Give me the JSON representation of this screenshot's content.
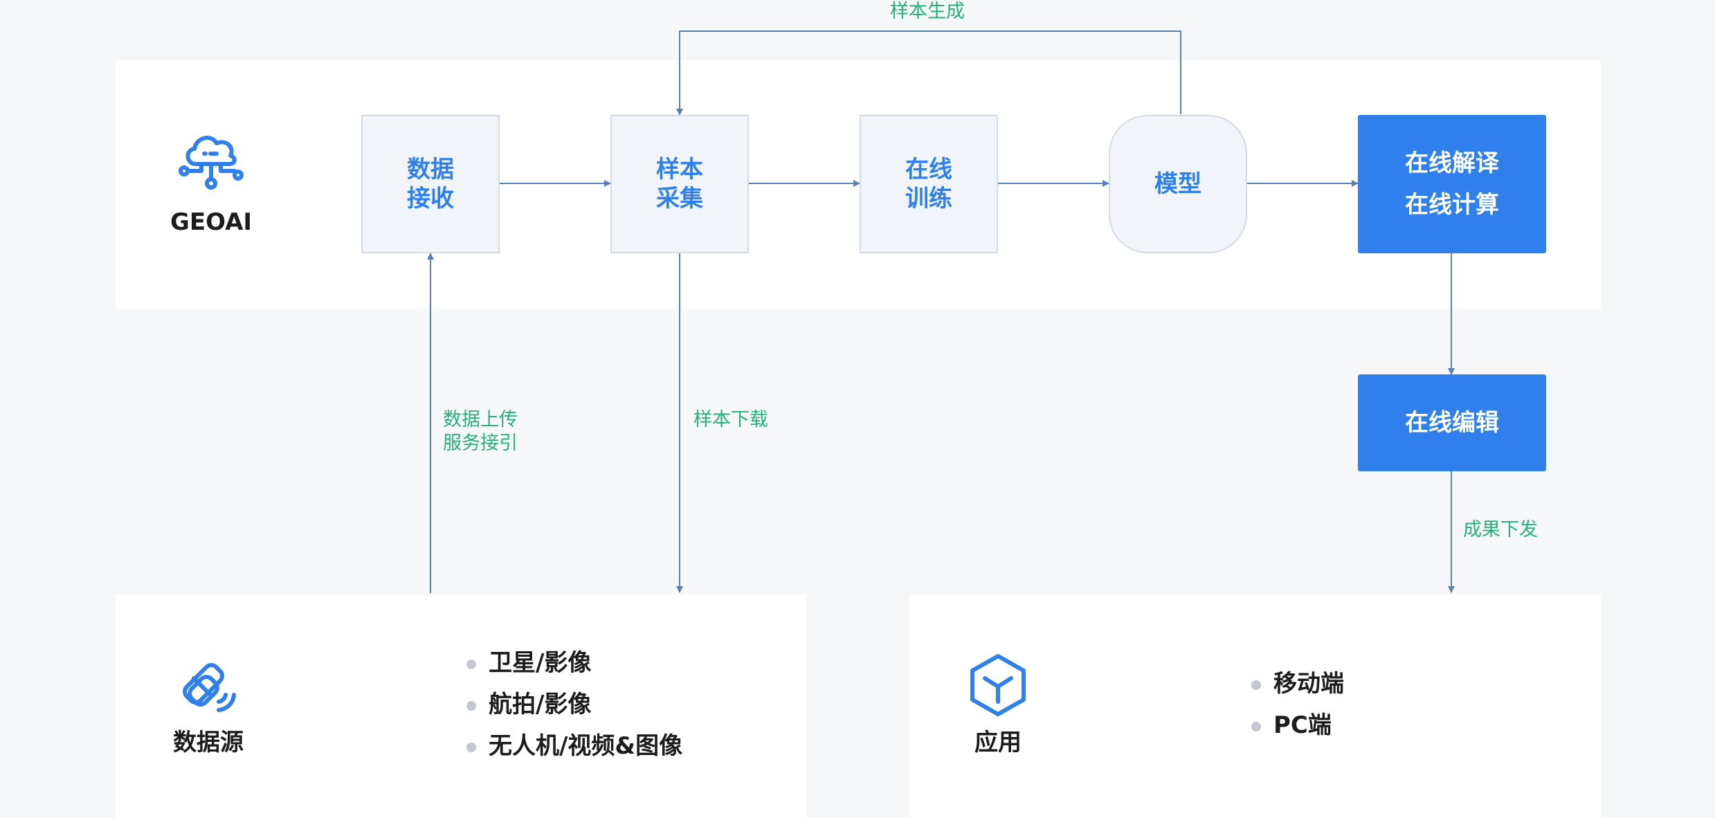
{
  "geoai": {
    "title": "GEOAI",
    "icon": "cloud-network-icon"
  },
  "pipeline": {
    "data_receive": [
      "数据",
      "接收"
    ],
    "sample_collect": [
      "样本",
      "采集"
    ],
    "online_train": [
      "在线",
      "训练"
    ],
    "model": "模型",
    "interpret_compute": [
      "在线解译",
      "在线计算"
    ],
    "online_edit": "在线编辑"
  },
  "flow_labels": {
    "sample_generate": "样本生成",
    "data_upload": [
      "数据上传",
      "服务接引"
    ],
    "sample_download": "样本下载",
    "result_distribute": "成果下发"
  },
  "datasource": {
    "title": "数据源",
    "icon": "satellite-icon",
    "items": [
      "卫星/影像",
      "航拍/影像",
      "无人机/视频&图像"
    ]
  },
  "application": {
    "title": "应用",
    "icon": "cube-icon",
    "items": [
      "移动端",
      "PC端"
    ]
  },
  "colors": {
    "accent": "#2f80ed",
    "label_green": "#27b07a",
    "connector": "#5b7fb5",
    "panel": "#ffffff",
    "background": "#f5f7f9"
  }
}
